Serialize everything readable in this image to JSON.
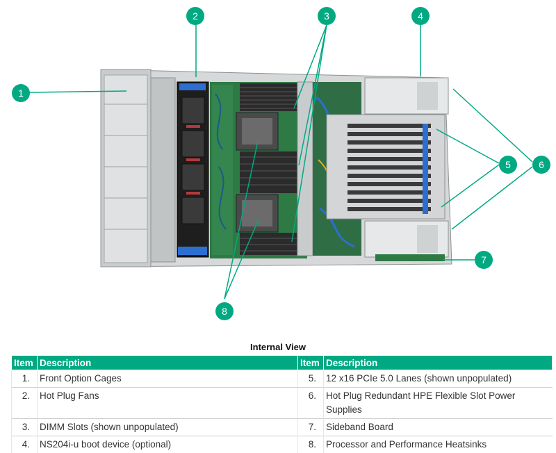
{
  "callouts": [
    {
      "n": "1",
      "label": "Front Option Cages"
    },
    {
      "n": "2",
      "label": "Hot Plug Fans"
    },
    {
      "n": "3",
      "label": "DIMM Slots (shown unpopulated)"
    },
    {
      "n": "4",
      "label": "NS204i-u boot device (optional)"
    },
    {
      "n": "5",
      "label": "12 x16 PCIe 5.0 Lanes (shown unpopulated)"
    },
    {
      "n": "6",
      "label": "Hot Plug Redundant HPE Flexible Slot Power Supplies"
    },
    {
      "n": "7",
      "label": "Sideband Board"
    },
    {
      "n": "8",
      "label": "Processor and Performance Heatsinks"
    }
  ],
  "colors": {
    "accent": "#01a982",
    "chassis": "#bfc3c4",
    "board": "#2d7a45",
    "dimm": "#2b2b2b",
    "fan": "#1e1e1e",
    "fan_clip": "#2c6fd1"
  },
  "table": {
    "caption": "Internal View",
    "headers": {
      "item": "Item",
      "description": "Description"
    },
    "rows": [
      {
        "left": {
          "item": "1.",
          "desc": "Front Option Cages"
        },
        "right": {
          "item": "5.",
          "desc": "12 x16 PCIe 5.0 Lanes (shown unpopulated)"
        }
      },
      {
        "left": {
          "item": "2.",
          "desc": "Hot Plug Fans"
        },
        "right": {
          "item": "6.",
          "desc": "Hot Plug Redundant HPE Flexible Slot Power Supplies"
        }
      },
      {
        "left": {
          "item": "3.",
          "desc": "DIMM Slots (shown unpopulated)"
        },
        "right": {
          "item": "7.",
          "desc": "Sideband Board"
        }
      },
      {
        "left": {
          "item": "4.",
          "desc": "NS204i-u boot device (optional)"
        },
        "right": {
          "item": "8.",
          "desc": "Processor and Performance Heatsinks"
        }
      }
    ]
  }
}
